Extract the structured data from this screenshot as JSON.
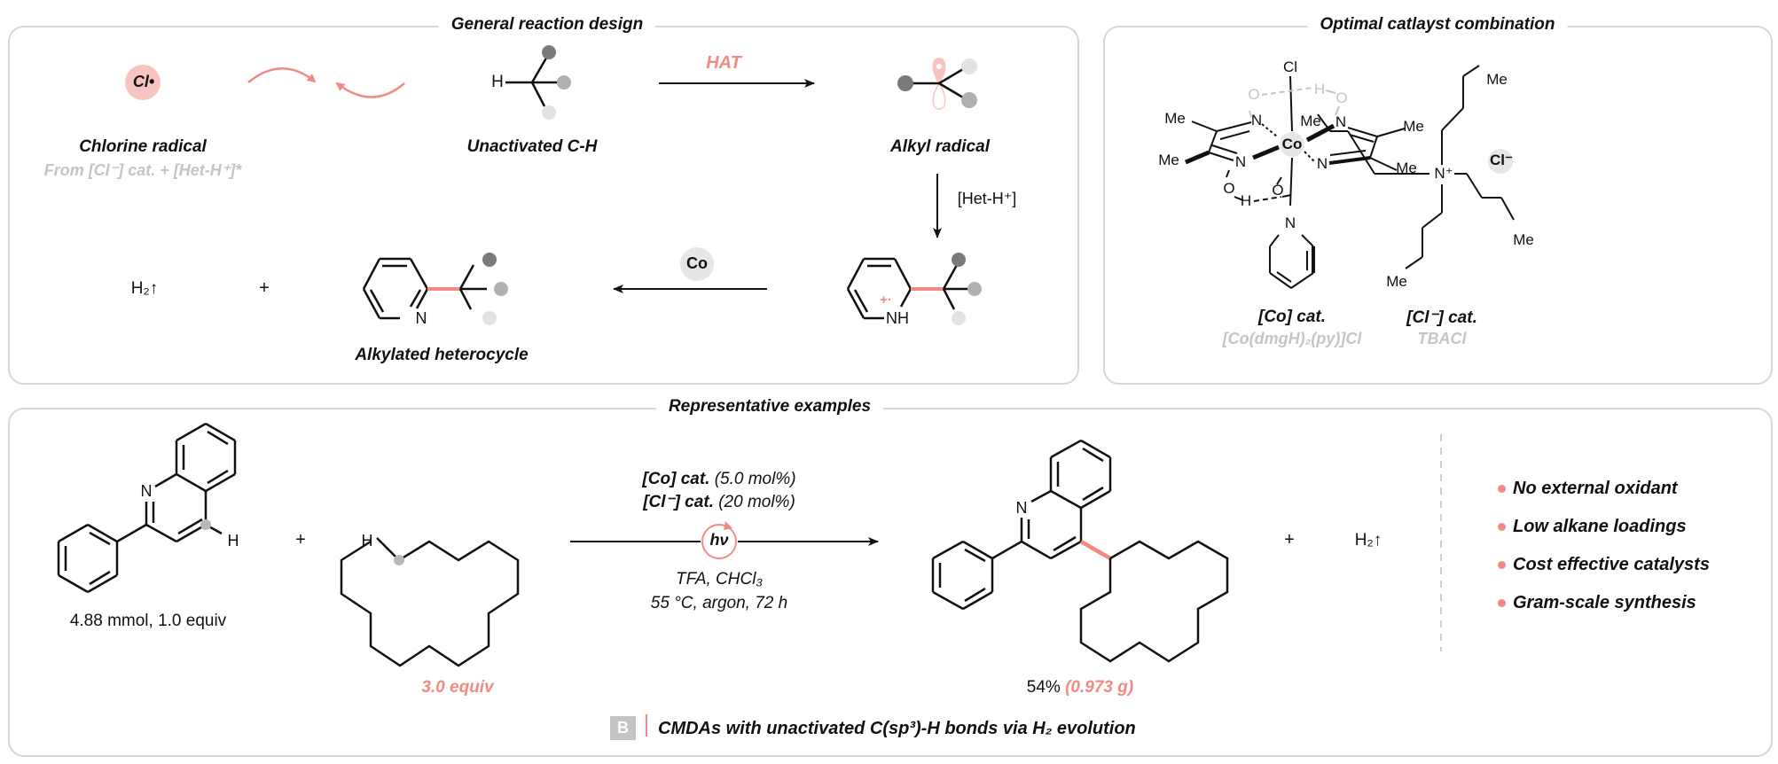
{
  "panels": {
    "general": {
      "title": "General reaction design"
    },
    "catalyst": {
      "title": "Optimal catlayst combination"
    },
    "examples": {
      "title": "Representative examples"
    }
  },
  "general": {
    "chlorine_radical": {
      "glyph": "Cl•",
      "label": "Chlorine radical",
      "sub": "From [Cl⁻] cat. + [Het-H⁺]*"
    },
    "ch": {
      "atom_h": "H",
      "label": "Unactivated C-H"
    },
    "hat_label": "HAT",
    "alkyl_radical": {
      "label": "Alkyl radical"
    },
    "het_h_label": "[Het-H⁺]",
    "pyridinium": {
      "nh": "NH",
      "charge": "+·"
    },
    "co_label": "Co",
    "h2": "H₂↑",
    "plus": "+",
    "product": {
      "n": "N",
      "label": "Alkylated heterocycle"
    }
  },
  "catalyst": {
    "co": {
      "name": "[Co] cat.",
      "formula": "[Co(dmgH)₂(py)]Cl",
      "atoms": {
        "cl": "Cl",
        "co": "Co",
        "me": "Me",
        "n": "N",
        "o": "O",
        "h": "H"
      }
    },
    "cl": {
      "name": "[Cl⁻] cat.",
      "formula": "TBACl",
      "anion": "Cl⁻",
      "n_plus": "N⁺",
      "me": "Me"
    }
  },
  "examples": {
    "substrate": {
      "n": "N",
      "h": "H",
      "amount": "4.88 mmol, 1.0 equiv"
    },
    "plus": "+",
    "alkane": {
      "h": "H",
      "equiv": "3.0 equiv"
    },
    "conditions": {
      "line1_bold": "[Co] cat.",
      "line1_rest": " (5.0 mol%)",
      "line2_bold": "[Cl⁻] cat.",
      "line2_rest": " (20 mol%)",
      "light": "hν",
      "line3": "TFA, CHCl₃",
      "line4": "55 °C, argon, 72 h"
    },
    "product": {
      "n": "N",
      "yield": "54%",
      "mass": "(0.973 g)"
    },
    "h2": "H₂↑",
    "features": [
      "No external oxidant",
      " Low alkane loadings",
      "Cost effective catalysts",
      "Gram-scale synthesis"
    ],
    "caption": {
      "badge": "B",
      "text": "CMDAs with unactivated C(sp³)-H bonds via H₂ evolution"
    }
  },
  "colors": {
    "accent": "#f28a84",
    "accent_light": "#f8c4bf",
    "grey_text": "#c4c4c4",
    "border": "#d6d6d6",
    "ball_dark": "#7a7a7a",
    "ball_mid": "#b0b0b0",
    "ball_light": "#e2e2e2"
  }
}
